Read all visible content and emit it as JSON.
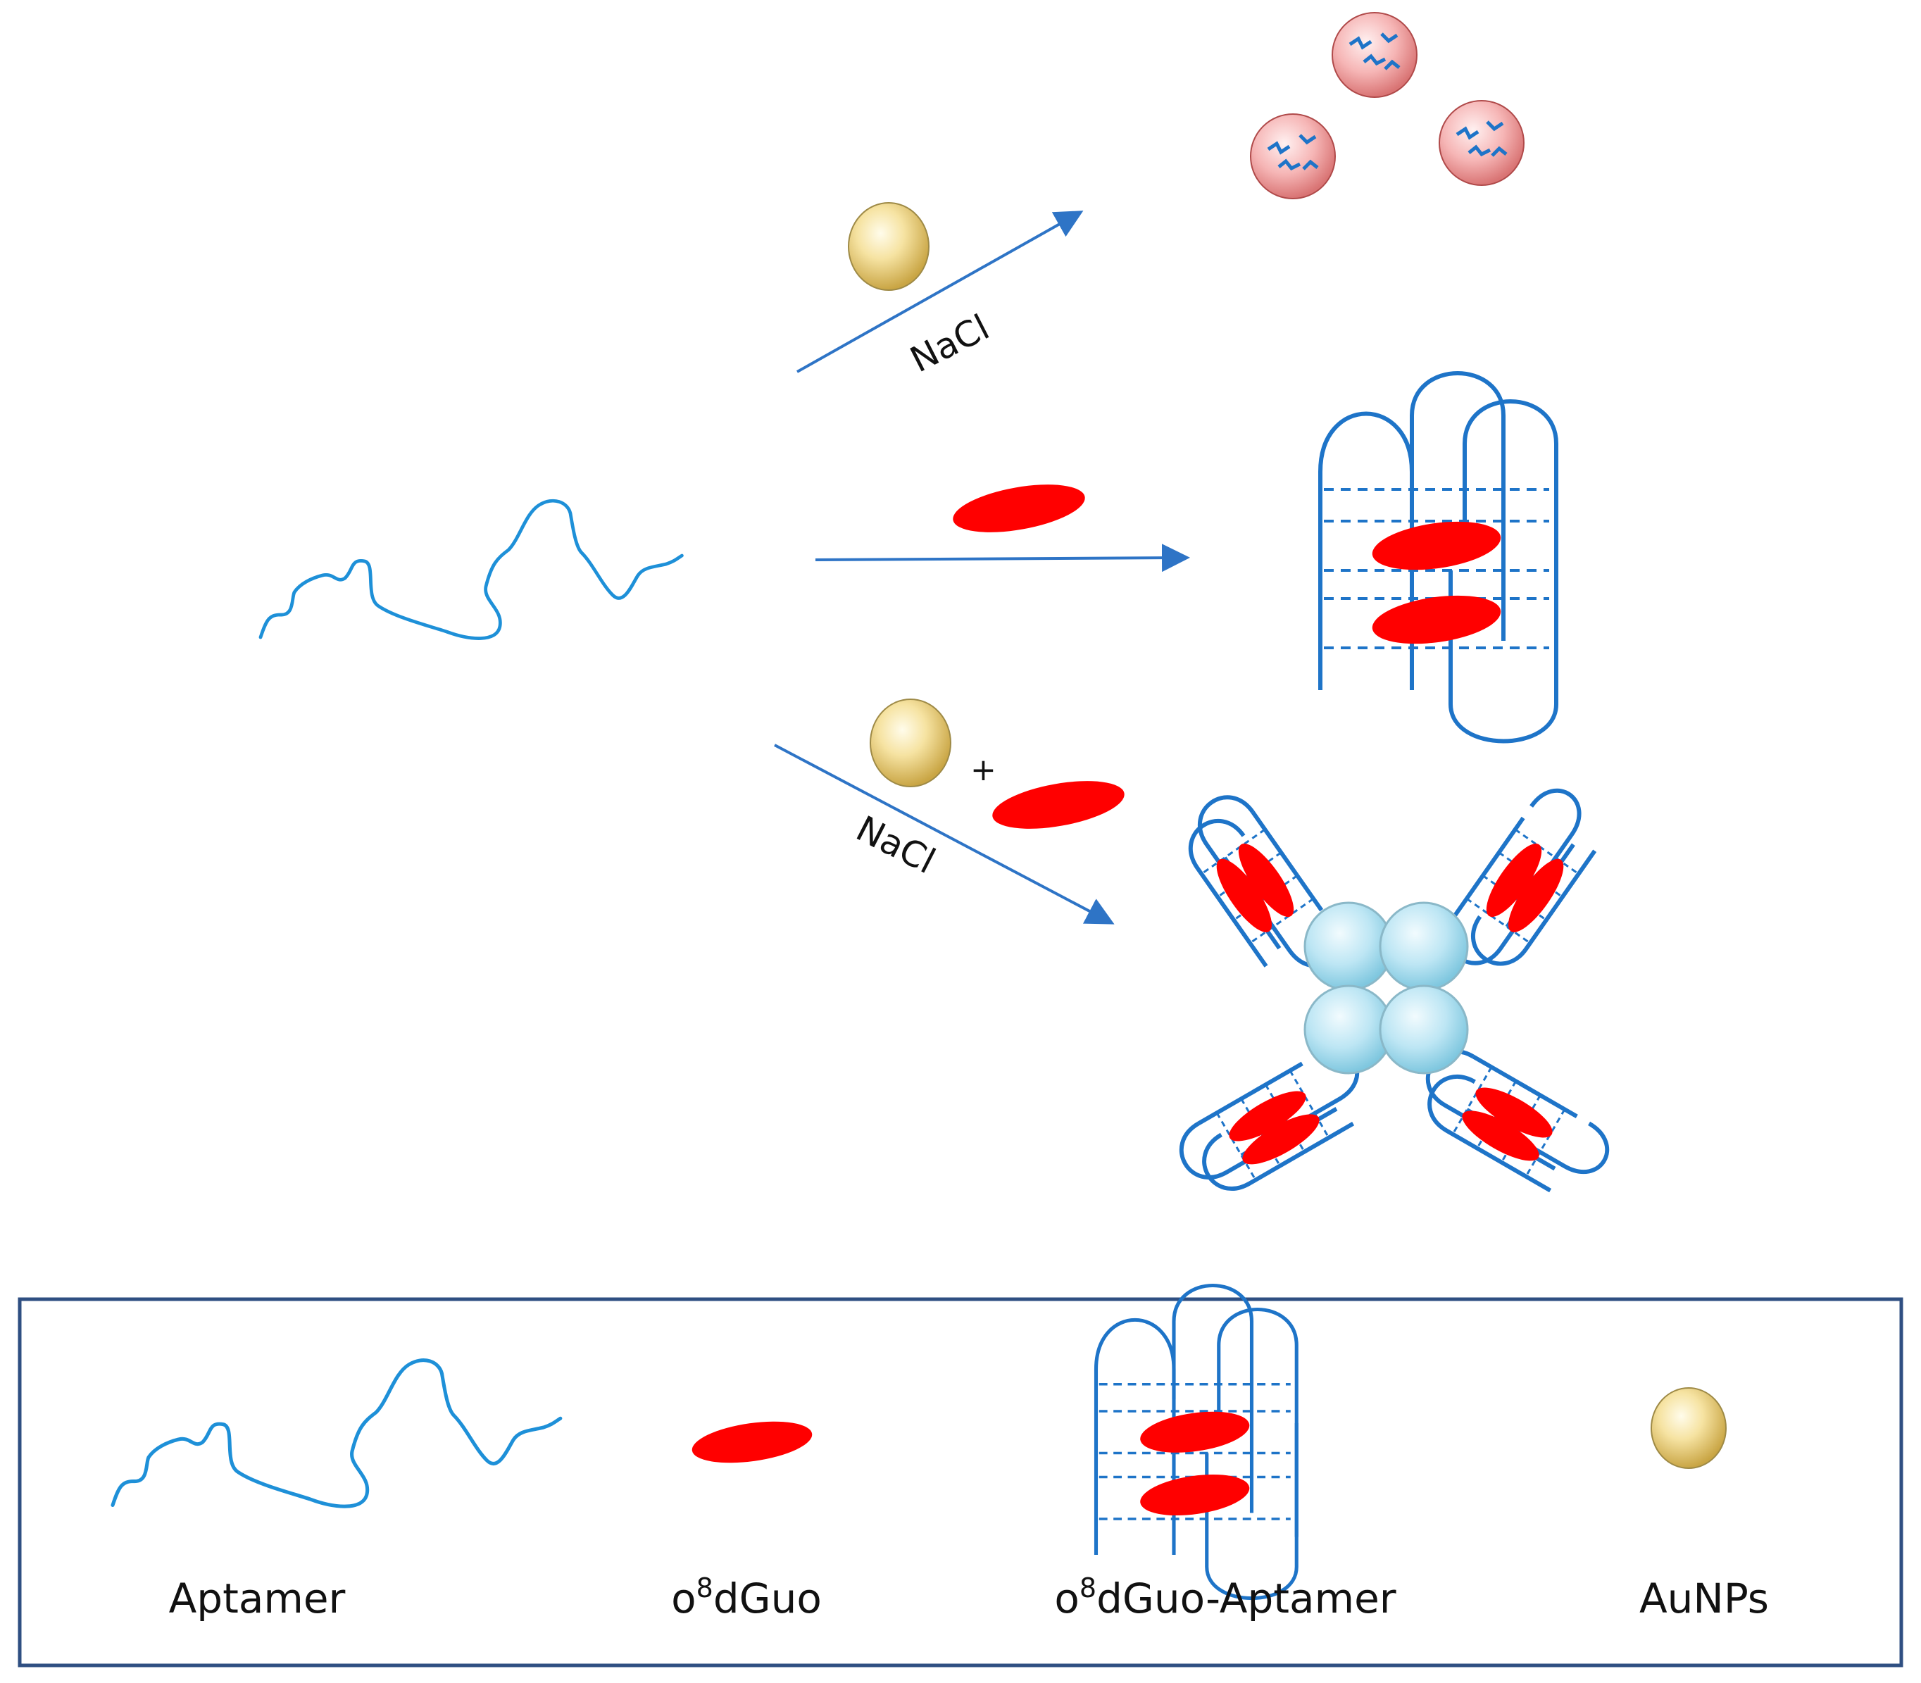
{
  "pathway_labels": {
    "top_reagent": "NaCl",
    "bottom_reagent": "NaCl",
    "plus_sign": "+"
  },
  "legend": {
    "items": [
      {
        "name": "Aptamer",
        "prefix": "",
        "superscript": "",
        "suffix": "Aptamer"
      },
      {
        "name": "o8dGuo",
        "prefix": "o",
        "superscript": "8",
        "suffix": "dGuo"
      },
      {
        "name": "o8dGuo-Aptamer",
        "prefix": "o",
        "superscript": "8",
        "suffix": "dGuo-Aptamer"
      },
      {
        "name": "AuNPs",
        "prefix": "",
        "superscript": "",
        "suffix": "AuNPs"
      }
    ]
  },
  "colors": {
    "strand": "#1E90D8",
    "arrow": "#2E74C6",
    "target": "#FF0000",
    "gold_np": "#F2D98A",
    "aggregated_np": "#F2A8A8",
    "cyan_np": "#BFE7F5",
    "legend_border": "#2F4F82"
  }
}
